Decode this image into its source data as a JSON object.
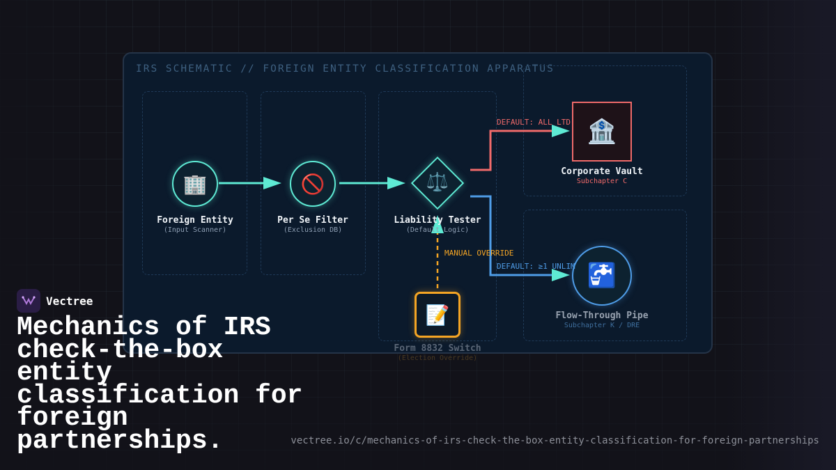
{
  "diagram": {
    "title": "IRS SCHEMATIC // FOREIGN ENTITY CLASSIFICATION APPARATUS",
    "nodes": {
      "foreign_entity": {
        "icon": "office-building-icon",
        "glyph": "🏢",
        "label": "Foreign Entity",
        "sub": "(Input Scanner)"
      },
      "per_se_filter": {
        "icon": "prohibited-icon",
        "glyph": "🚫",
        "label": "Per Se Filter",
        "sub": "(Exclusion DB)"
      },
      "liability_tester": {
        "icon": "balance-scale-icon",
        "glyph": "⚖️",
        "label": "Liability Tester",
        "sub": "(Default Logic)"
      },
      "form_8832": {
        "icon": "memo-icon",
        "glyph": "📝",
        "label": "Form 8832 Switch",
        "sub": "(Election Override)"
      },
      "corporate_vault": {
        "icon": "bank-icon",
        "glyph": "🏦",
        "label": "Corporate Vault",
        "sub": "Subchapter C"
      },
      "flow_through_pipe": {
        "icon": "faucet-icon",
        "glyph": "🚰",
        "label": "Flow-Through Pipe",
        "sub": "Subchapter K / DRE"
      }
    },
    "edges": {
      "default_all_ltd": "DEFAULT: ALL LTD",
      "default_unlim": "DEFAULT: ≥1 UNLIM",
      "manual_override": "MANUAL OVERRIDE"
    },
    "colors": {
      "teal": "#5eead4",
      "red": "#f06a6a",
      "blue": "#4f9de8",
      "orange": "#f5a524",
      "panel": "#0b1a2c"
    }
  },
  "brand": {
    "name": "Vectree"
  },
  "headline": "Mechanics of IRS check-the-box entity classification for foreign partnerships.",
  "url": "vectree.io/c/mechanics-of-irs-check-the-box-entity-classification-for-foreign-partnerships"
}
